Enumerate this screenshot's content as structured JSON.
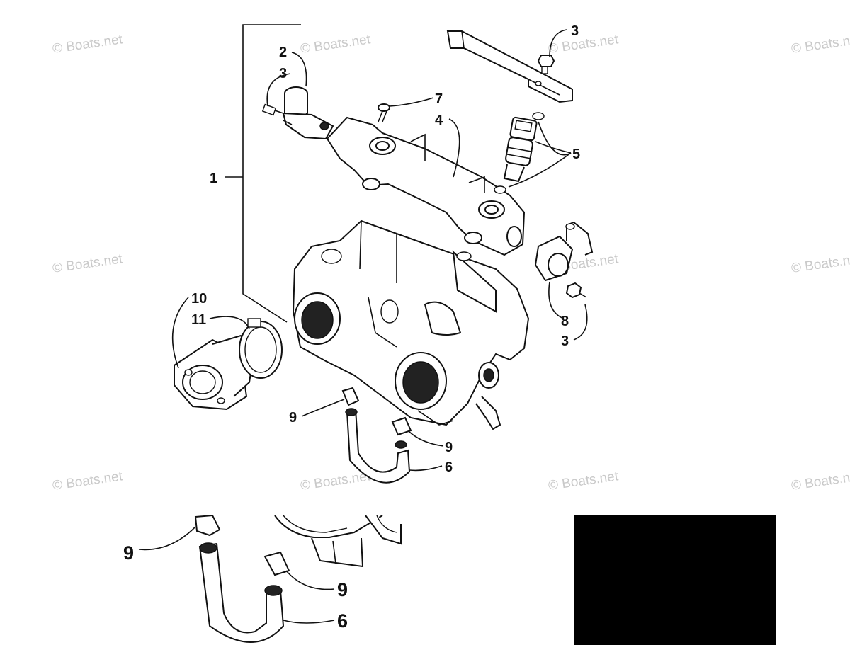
{
  "watermark": "© Boats.net",
  "callouts": {
    "c1": "1",
    "c2": "2",
    "c3a": "3",
    "c3b": "3",
    "c3c": "3",
    "c4": "4",
    "c5": "5",
    "c6": "6",
    "c7": "7",
    "c8": "8",
    "c9a": "9",
    "c9b": "9",
    "c10": "10",
    "c11": "11",
    "detail_c9a": "9",
    "detail_c9b": "9",
    "detail_c6": "6"
  }
}
